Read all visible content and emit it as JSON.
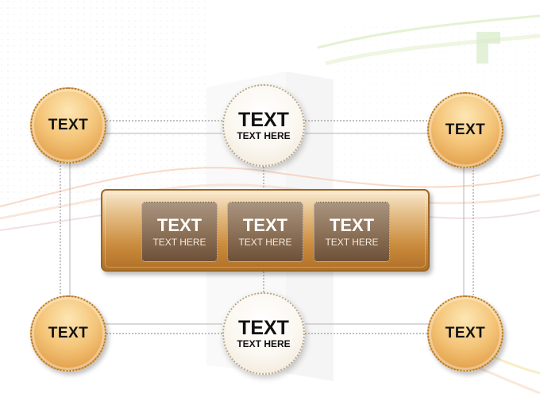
{
  "nodes": {
    "top_left": {
      "label": "TEXT"
    },
    "top_right": {
      "label": "TEXT"
    },
    "bottom_left": {
      "label": "TEXT"
    },
    "bottom_right": {
      "label": "TEXT"
    },
    "top_center": {
      "title": "TEXT",
      "subtitle": "TEXT HERE"
    },
    "bottom_center": {
      "title": "TEXT",
      "subtitle": "TEXT HERE"
    }
  },
  "panel": {
    "boxes": [
      {
        "title": "TEXT",
        "subtitle": "TEXT HERE"
      },
      {
        "title": "TEXT",
        "subtitle": "TEXT HERE"
      },
      {
        "title": "TEXT",
        "subtitle": "TEXT HERE"
      }
    ]
  },
  "colors": {
    "gold": "#e3a24e",
    "panel_brown": "#b07128",
    "box_brown": "#8a6f55",
    "connector_gray": "#9a9a9a"
  }
}
